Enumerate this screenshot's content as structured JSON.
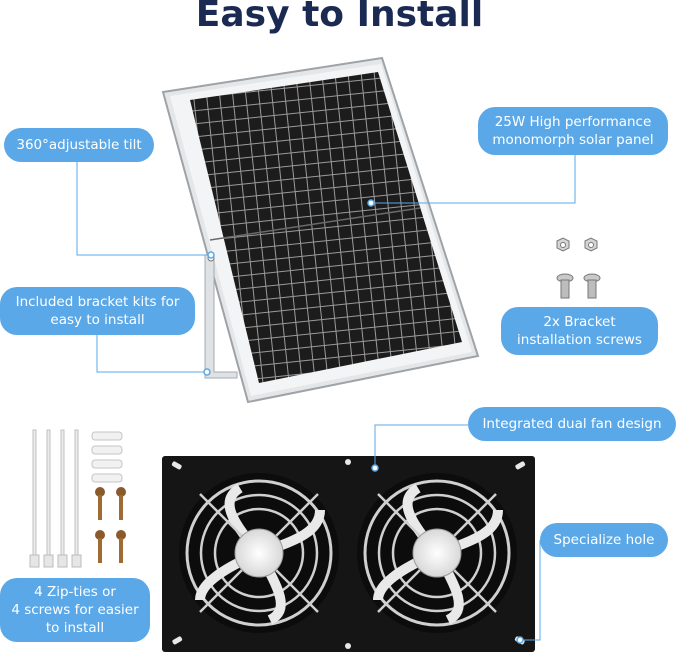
{
  "title": "Easy to Install",
  "labels": {
    "tilt": "360°adjustable tilt",
    "panel_line1": "25W High performance",
    "panel_line2": "monomorph solar panel",
    "bracket_line1": "Included bracket kits for",
    "bracket_line2": "easy to install",
    "screws_line1": "2x Bracket",
    "screws_line2": "installation screws",
    "fan": "Integrated dual fan design",
    "hole": "Specialize hole",
    "zip_line1": "4 Zip-ties or",
    "zip_line2": "4 screws for easier",
    "zip_line3": "to install"
  },
  "colors": {
    "title": "#1b2a52",
    "callout": "#5aa8e8",
    "panel_cell": "#1c1c1c",
    "fan_plate": "#151515"
  }
}
